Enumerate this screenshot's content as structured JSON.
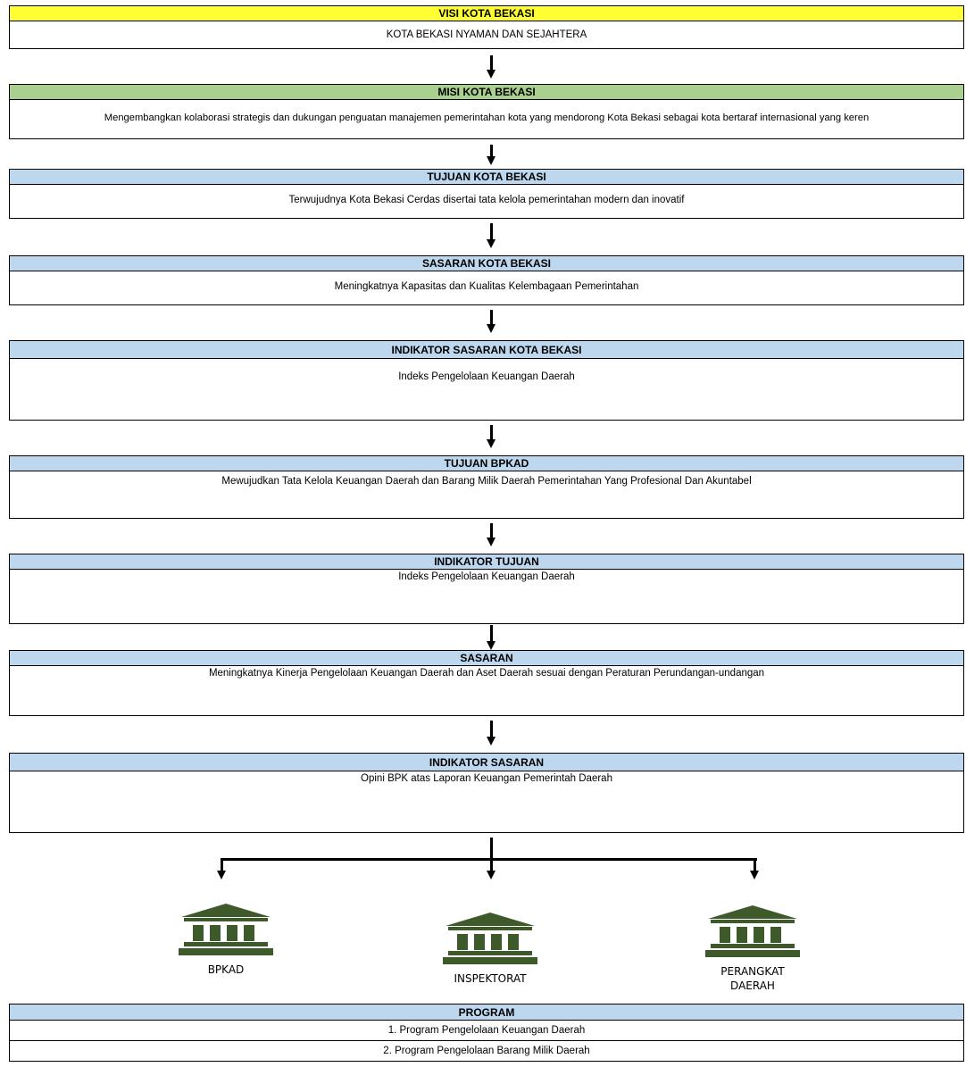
{
  "colors": {
    "visi_header": "#ffff33",
    "misi_header": "#a9d08e",
    "blue_header": "#bdd7ee",
    "building": "#3e5a2a"
  },
  "visi": {
    "title": "VISI KOTA BEKASI",
    "text": "KOTA BEKASI NYAMAN DAN SEJAHTERA"
  },
  "misi": {
    "title": "MISI KOTA BEKASI",
    "text": "Mengembangkan kolaborasi strategis dan dukungan penguatan manajemen pemerintahan kota yang mendorong Kota Bekasi sebagai kota bertaraf internasional yang keren"
  },
  "tujuan_kota": {
    "title": "TUJUAN KOTA BEKASI",
    "text": "Terwujudnya Kota Bekasi Cerdas disertai tata kelola pemerintahan modern dan inovatif"
  },
  "sasaran_kota": {
    "title": "SASARAN KOTA BEKASI",
    "text": "Meningkatnya Kapasitas dan Kualitas Kelembagaan Pemerintahan"
  },
  "indikator_sasaran_kota": {
    "title": "INDIKATOR SASARAN KOTA BEKASI",
    "text": "Indeks Pengelolaan Keuangan Daerah"
  },
  "tujuan_bpkad": {
    "title": "TUJUAN BPKAD",
    "text": "Mewujudkan Tata Kelola Keuangan Daerah dan Barang Milik Daerah Pemerintahan Yang Profesional Dan Akuntabel"
  },
  "indikator_tujuan": {
    "title": "INDIKATOR TUJUAN",
    "text": "Indeks Pengelolaan Keuangan Daerah"
  },
  "sasaran": {
    "title": "SASARAN",
    "text": "Meningkatnya Kinerja Pengelolaan Keuangan Daerah dan Aset Daerah sesuai dengan Peraturan Perundangan-undangan"
  },
  "indikator_sasaran": {
    "title": "INDIKATOR SASARAN",
    "text": "Opini BPK atas Laporan Keuangan Pemerintah Daerah"
  },
  "units": {
    "bpkad": "BPKAD",
    "inspektorat": "INSPEKTORAT",
    "perangkat_line1": "PERANGKAT",
    "perangkat_line2": "DAERAH"
  },
  "program": {
    "title": "PROGRAM",
    "items": [
      "1. Program Pengelolaan Keuangan Daerah",
      "2. Program Pengelolaan Barang Milik Daerah"
    ]
  }
}
